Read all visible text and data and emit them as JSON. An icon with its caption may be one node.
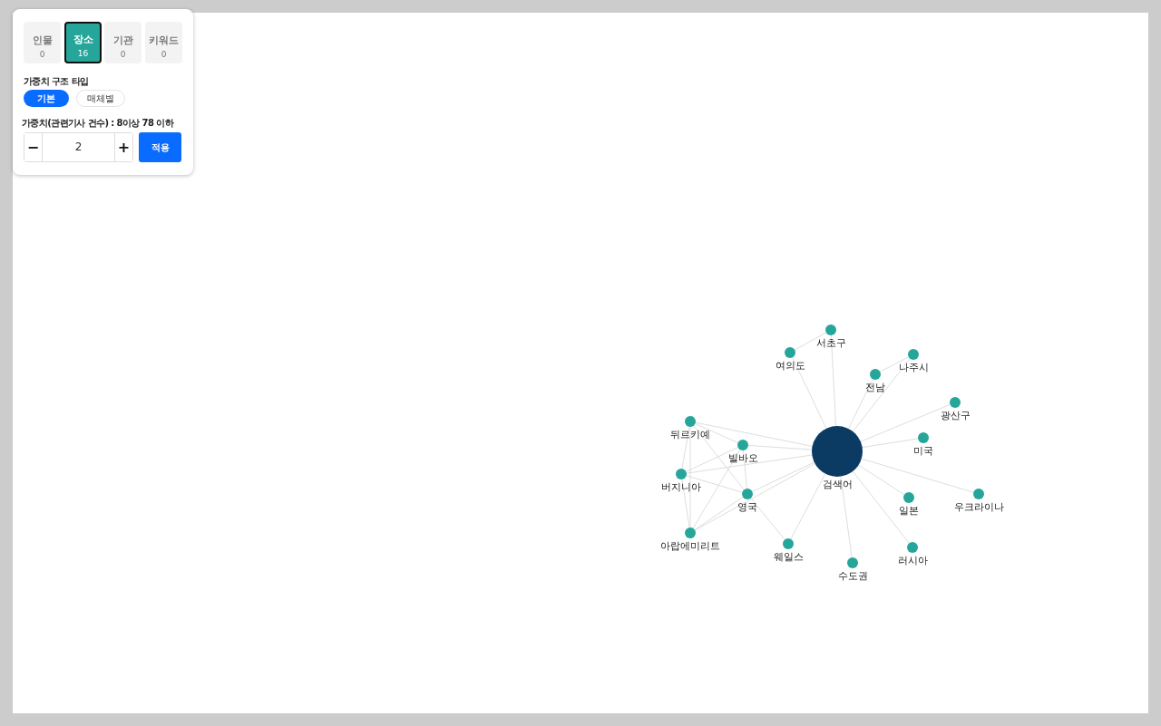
{
  "diagram": {
    "nodes": [
      {
        "text": [
          "검색어"
        ]
      },
      {
        "text": [
          "서초구"
        ]
      },
      {
        "text": [
          "여의도"
        ]
      },
      {
        "text": [
          "나주시"
        ]
      },
      {
        "text": [
          "전남"
        ]
      },
      {
        "text": [
          "광산구"
        ]
      },
      {
        "text": [
          "뒤르키예"
        ]
      },
      {
        "text": [
          "미국"
        ]
      },
      {
        "text": [
          "빌바오"
        ]
      },
      {
        "text": [
          "버지니아"
        ]
      },
      {
        "text": [
          "영국"
        ]
      },
      {
        "text": [
          "우크라이나"
        ]
      },
      {
        "text": [
          "일본"
        ]
      },
      {
        "text": [
          "아랍에미리트"
        ]
      },
      {
        "text": [
          "웨일스"
        ]
      },
      {
        "text": [
          "러시아"
        ]
      },
      {
        "text": [
          "수도권"
        ]
      }
    ],
    "edges": [
      {
        "from": 0,
        "to": 1,
        "arrow": "none"
      },
      {
        "from": 0,
        "to": 2,
        "arrow": "none"
      },
      {
        "from": 2,
        "to": 1,
        "arrow": "none"
      },
      {
        "from": 0,
        "to": 3,
        "arrow": "none"
      },
      {
        "from": 0,
        "to": 4,
        "arrow": "none"
      },
      {
        "from": 4,
        "to": 3,
        "arrow": "none"
      },
      {
        "from": 0,
        "to": 5,
        "arrow": "none"
      },
      {
        "from": 0,
        "to": 6,
        "arrow": "none"
      },
      {
        "from": 0,
        "to": 7,
        "arrow": "none"
      },
      {
        "from": 0,
        "to": 8,
        "arrow": "none"
      },
      {
        "from": 0,
        "to": 9,
        "arrow": "none"
      },
      {
        "from": 0,
        "to": 10,
        "arrow": "none"
      },
      {
        "from": 0,
        "to": 11,
        "arrow": "none"
      },
      {
        "from": 0,
        "to": 12,
        "arrow": "none"
      },
      {
        "from": 0,
        "to": 13,
        "arrow": "none"
      },
      {
        "from": 0,
        "to": 14,
        "arrow": "none"
      },
      {
        "from": 0,
        "to": 15,
        "arrow": "none"
      },
      {
        "from": 0,
        "to": 16,
        "arrow": "none"
      },
      {
        "from": 6,
        "to": 8,
        "arrow": "none"
      },
      {
        "from": 6,
        "to": 9,
        "arrow": "none"
      },
      {
        "from": 6,
        "to": 10,
        "arrow": "none"
      },
      {
        "from": 6,
        "to": 13,
        "arrow": "none"
      },
      {
        "from": 8,
        "to": 9,
        "arrow": "none"
      },
      {
        "from": 8,
        "to": 10,
        "arrow": "none"
      },
      {
        "from": 8,
        "to": 13,
        "arrow": "none"
      },
      {
        "from": 9,
        "to": 10,
        "arrow": "none"
      },
      {
        "from": 9,
        "to": 13,
        "arrow": "none"
      },
      {
        "from": 10,
        "to": 13,
        "arrow": "none"
      },
      {
        "from": 10,
        "to": 14,
        "arrow": "none"
      }
    ],
    "labels": [
      "인물",
      "0",
      "장소",
      "16",
      "기관",
      "0",
      "키워드",
      "0",
      "가중치 구조 타입",
      "기본",
      "매체별",
      "가중치(관련기사 건수) : 8이상 78 이하",
      "−",
      "2",
      "+",
      "적용"
    ]
  }
}
